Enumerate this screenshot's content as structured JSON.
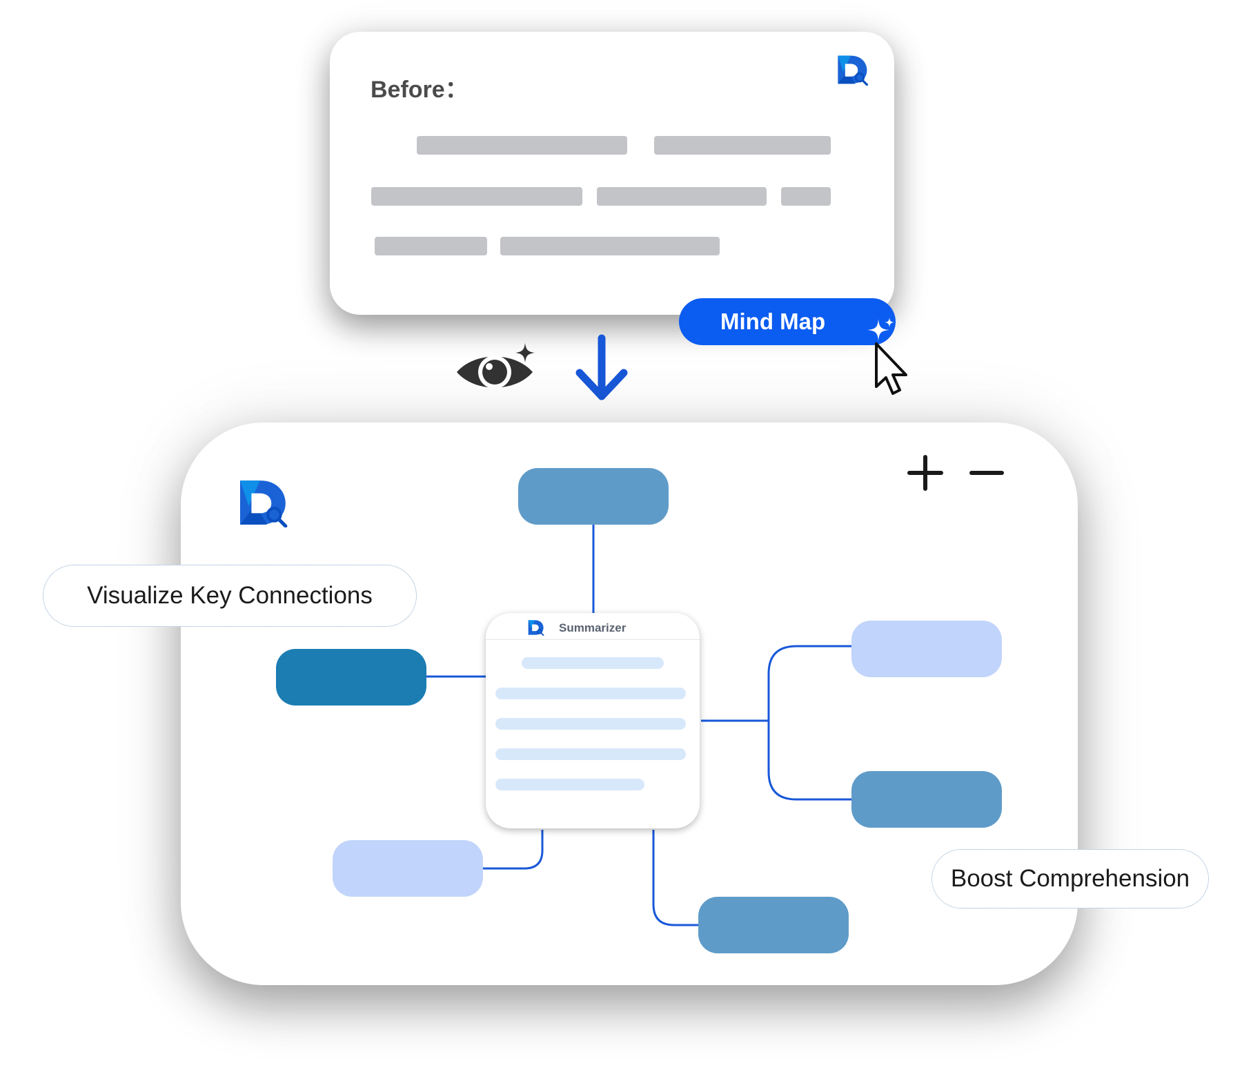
{
  "before_card": {
    "title": "Before："
  },
  "mind_map_button": {
    "label": "Mind Map",
    "icon": "sparkle-icon"
  },
  "indicators": {
    "eye_icon": "eye-sparkle-icon",
    "arrow_icon": "arrow-down-icon",
    "cursor_icon": "mouse-pointer-icon"
  },
  "mind_map": {
    "center_title": "Summarizer",
    "zoom_in_icon": "plus-icon",
    "zoom_out_icon": "minus-icon"
  },
  "callouts": {
    "left": "Visualize Key Connections",
    "right": "Boost Comprehension"
  },
  "colors": {
    "accent_blue": "#0b5cf0",
    "node_mid": "#5f9bc8",
    "node_dark": "#1b7db2",
    "node_light": "#c1d4fb",
    "connector": "#1858d8"
  }
}
